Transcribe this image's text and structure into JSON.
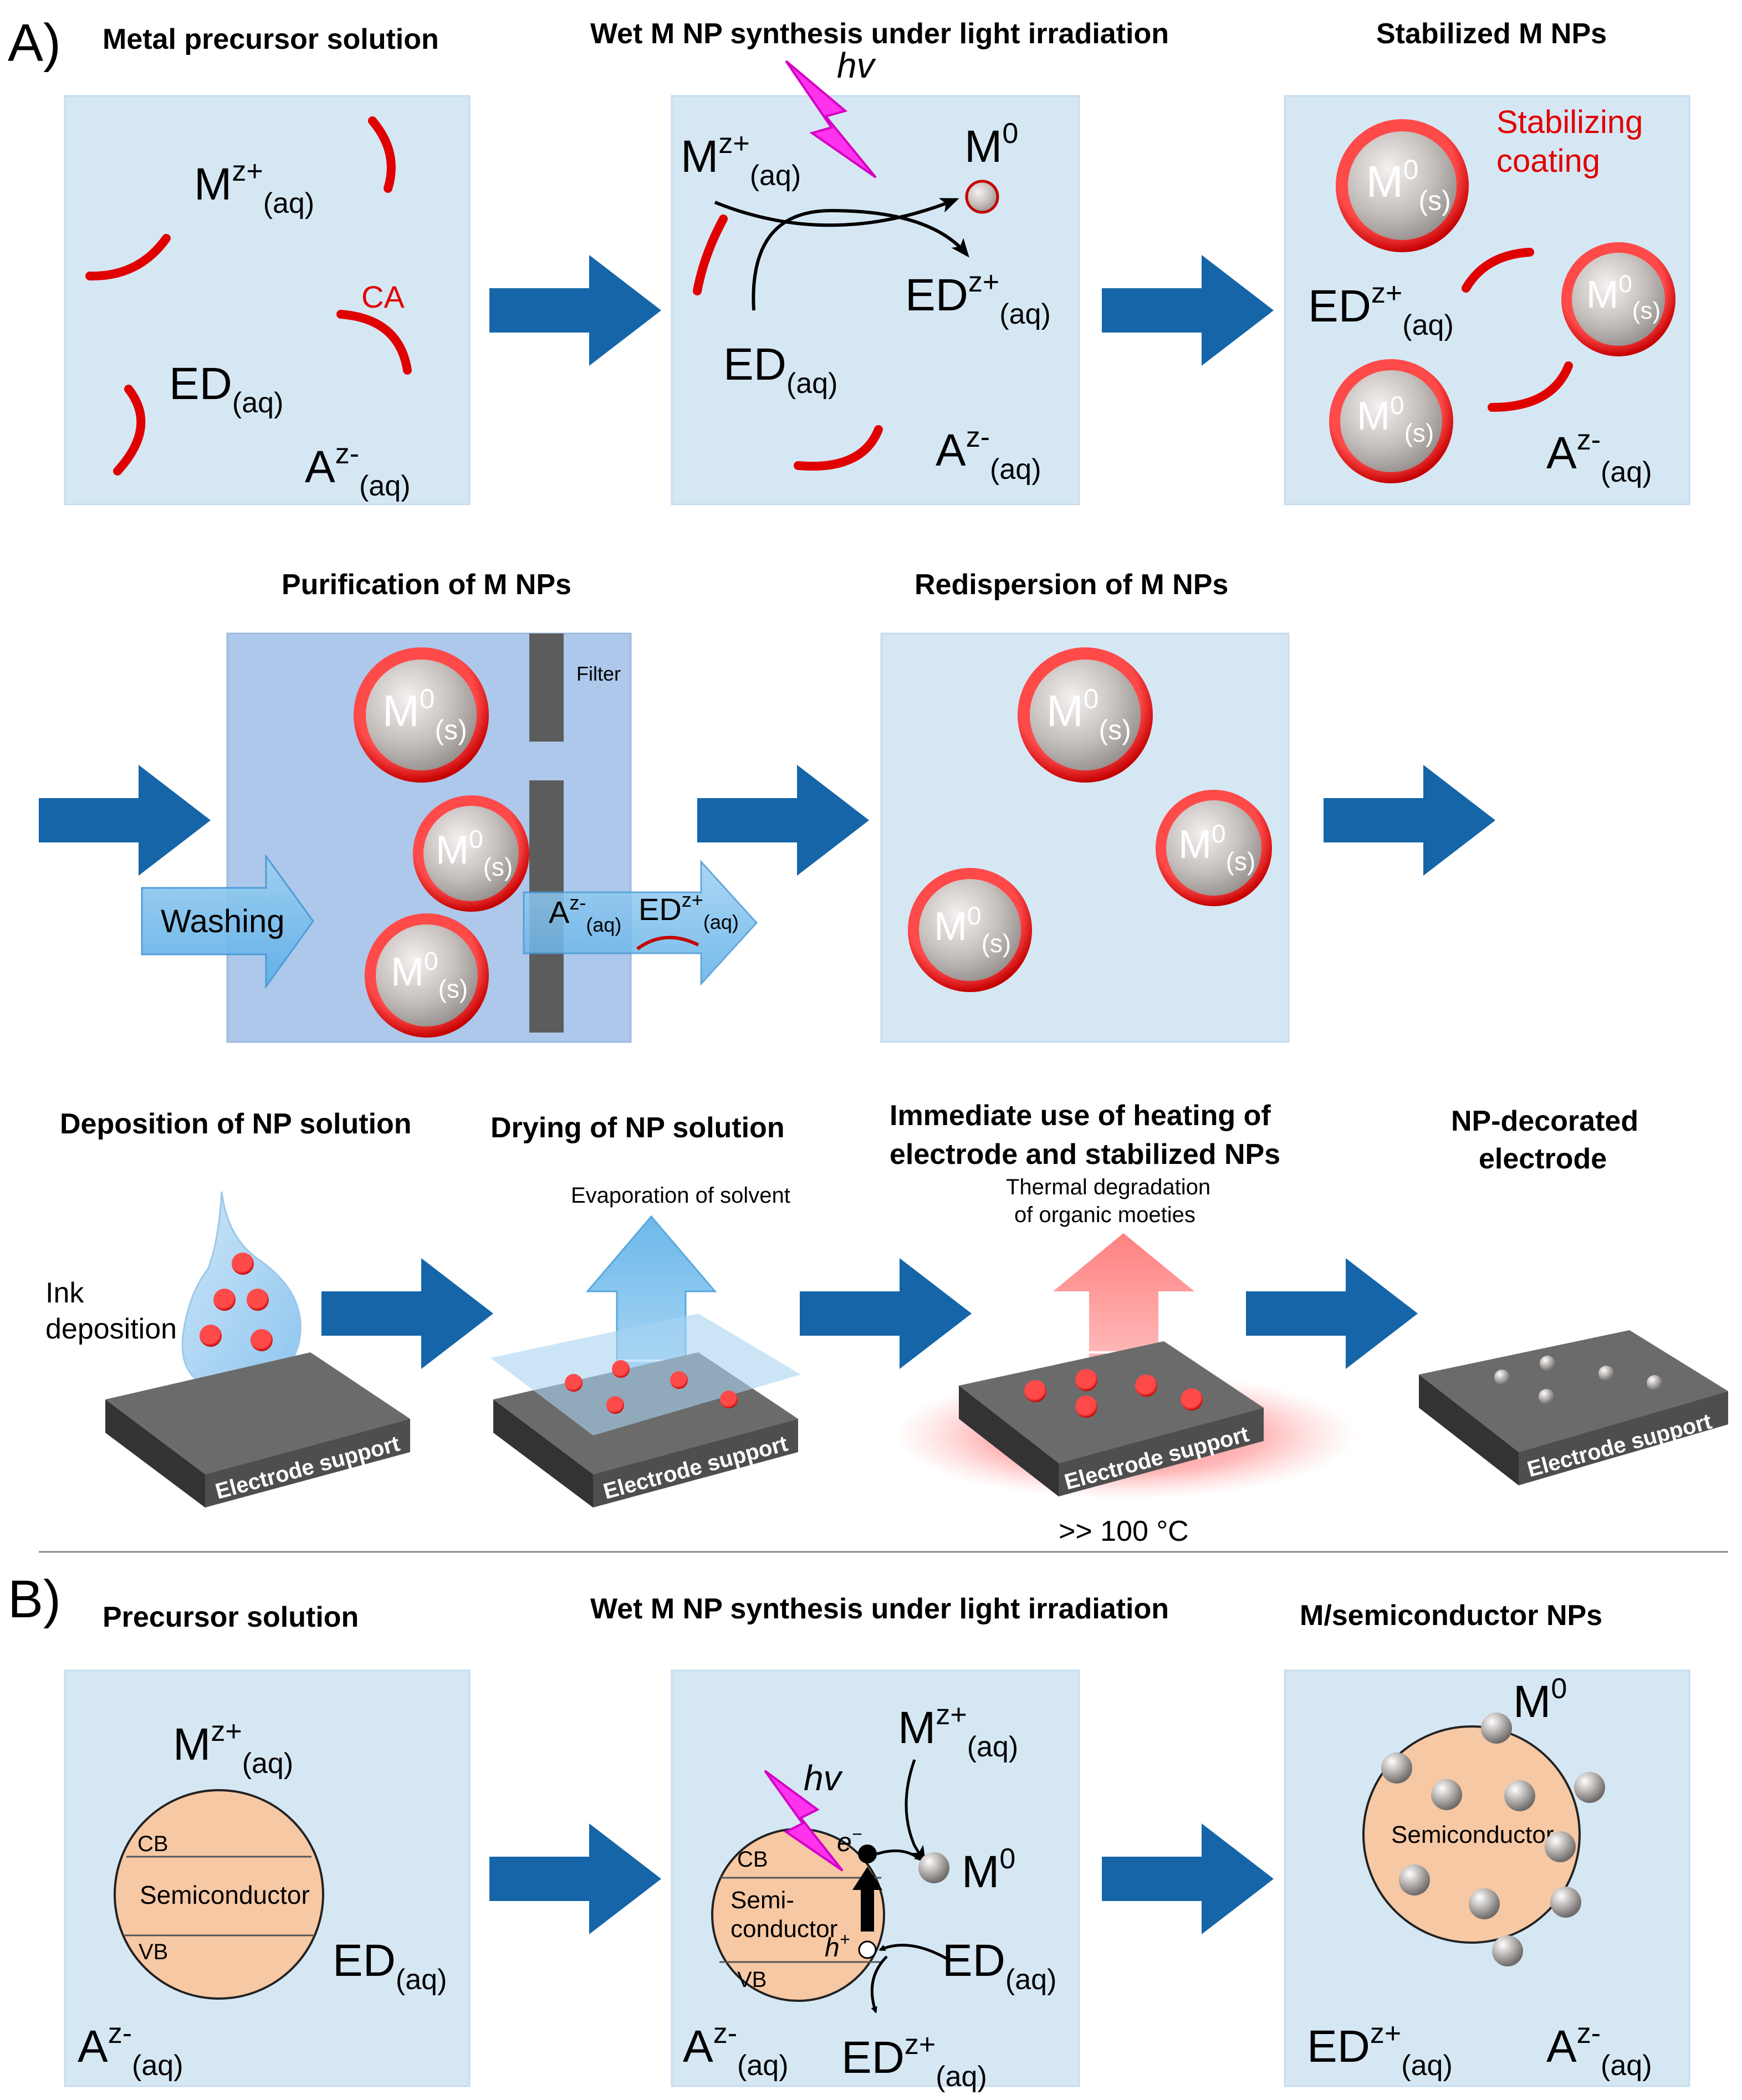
{
  "panel_a": {
    "label": "A)",
    "titles": {
      "precursor": "Metal precursor solution",
      "synthesis": "Wet M NP synthesis under light irradiation",
      "stabilized": "Stabilized M NPs",
      "purification": "Purification of M NPs",
      "redispersion": "Redispersion of M NPs",
      "deposition": "Deposition of NP solution",
      "drying": "Drying of NP solution",
      "heating_line1": "Immediate use of heating of",
      "heating_line2": "electrode and stabilized NPs",
      "decorated_line1": "NP-decorated",
      "decorated_line2": "electrode"
    },
    "species": {
      "metal_ion": "M",
      "metal_ion_sup": "z+",
      "aq": "(aq)",
      "metal0": "M",
      "metal0_sup": "0",
      "s": "(s)",
      "donor": "ED",
      "donor_ox_sup": "z+",
      "anion": "A",
      "anion_sup": "z-",
      "capping": "CA",
      "hv": "hv"
    },
    "labels": {
      "stabilizing_line1": "Stabilizing",
      "stabilizing_line2": "coating",
      "filter": "Filter",
      "washing": "Washing",
      "ink_line1": "Ink",
      "ink_line2": "deposition",
      "evaporation": "Evaporation of solvent",
      "thermal_line1": "Thermal degradation",
      "thermal_line2": "of organic moeties",
      "temperature": ">> 100 °C",
      "electrode_support": "Electrode support"
    }
  },
  "panel_b": {
    "label": "B)",
    "titles": {
      "precursor": "Precursor solution",
      "synthesis": "Wet M NP synthesis under light irradiation",
      "product": "M/semiconductor NPs"
    },
    "labels": {
      "cb": "CB",
      "vb": "VB",
      "semiconductor": "Semiconductor",
      "semi_line1": "Semi-",
      "semi_line2": "conductor",
      "electron": "e",
      "electron_sup": "−",
      "hole": "h",
      "hole_sup": "+"
    }
  },
  "colors": {
    "box_fill": "#d6e7f4",
    "arrow_blue": "#1565a8",
    "capping_red": "#e00000",
    "nanoparticle_grey": "#bdb7b4",
    "semiconductor_fill": "#f7c8a4",
    "hv_magenta": "#ff33ee",
    "electrode_top": "#6b6b6b"
  }
}
